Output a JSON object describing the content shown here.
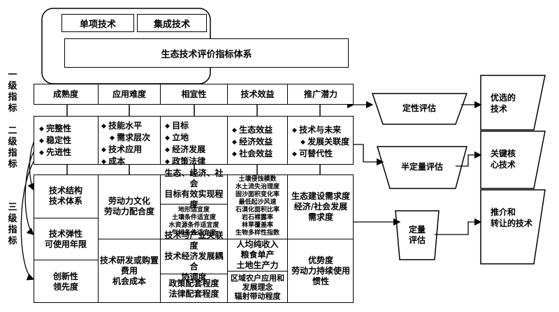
{
  "header": {
    "tabs": [
      "单项技术",
      "集成技术"
    ],
    "title": "生态技术评价指标体系"
  },
  "level_labels": [
    "一级指标",
    "二级指标",
    "三级指标"
  ],
  "level1": [
    "成熟度",
    "应用难度",
    "相宜性",
    "技术效益",
    "推广潜力"
  ],
  "level2": [
    [
      "完整性",
      "稳定性",
      "先进性"
    ],
    [
      "技能水平",
      "需求层次",
      "技术应用",
      "成本"
    ],
    [
      "目标",
      "立地",
      "经济发展",
      "政策法律"
    ],
    [
      "生态效益",
      "经济效益",
      "社会效益"
    ],
    [
      "技术与未来",
      "发展关联度",
      "可替代性"
    ]
  ],
  "level3": {
    "col1": [
      "技术结构\n技术体系",
      "技术弹性\n可使用年限",
      "创新性\n领先度"
    ],
    "col2": [
      "劳动力文化\n劳动力配合度",
      "技术研发或购置\n费用\n机会成本"
    ],
    "col3": [
      "生态、经济、社会\n目标有效实现程度",
      "地形适宜度\n土壤条件适宜度\n水资源条件适宜度\n气候条件适宜度",
      "技术与产业关联度\n技术经济发展耦合\n协调度",
      "政策配套程度\n法律配套程度"
    ],
    "col4": [
      "土壤侵蚀模数\n水土流失治理度\n固沙面积变化率\n最低起沙风速\n石漠化面积比率\n岩石裸露率\n林草覆盖率\n生物多样性指数",
      "人均纯收入\n粮食单产\n土地生产力",
      "区域农户应用和\n发展理念\n辐射带动程度"
    ],
    "col5": [
      "生态建设需求度\n经济/社会发展\n需求度",
      "优势度\n劳动力持续使用\n惯性"
    ]
  },
  "evaluation": [
    "定性评估",
    "半定量评估",
    "定量\n评估"
  ],
  "outputs": [
    "优选的\n技术",
    "关键核\n心技术",
    "推介和\n转让的技术"
  ]
}
